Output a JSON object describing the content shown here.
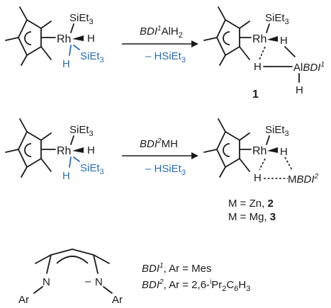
{
  "reaction1": {
    "reactant": {
      "metal": "Rh",
      "sil_top": "SiEt",
      "sil_sub": "3",
      "hydride": "H",
      "h_blue": "H",
      "sil_blue": "SiEt",
      "sil_blue_sub": "3"
    },
    "reagent": {
      "ligand": "BDI",
      "ligand_sup": "1",
      "rest": "AlH",
      "rest_sub": "2"
    },
    "byproduct": {
      "text": "– HSiEt",
      "sub": "3"
    },
    "product": {
      "metal": "Rh",
      "sil_top": "SiEt",
      "sil_sub": "3",
      "h1": "H",
      "h2": "H",
      "h3": "H",
      "al": "Al",
      "ligand": "BDI",
      "ligand_sup": "1",
      "label": "1"
    }
  },
  "reaction2": {
    "reactant": {
      "metal": "Rh",
      "sil_top": "SiEt",
      "sil_sub": "3",
      "hydride": "H",
      "h_blue": "H",
      "sil_blue": "SiEt",
      "sil_blue_sub": "3"
    },
    "reagent": {
      "ligand": "BDI",
      "ligand_sup": "2",
      "rest": "MH"
    },
    "byproduct": {
      "text": "– HSiEt",
      "sub": "3"
    },
    "product": {
      "metal": "Rh",
      "sil_top": "SiEt",
      "sil_sub": "3",
      "h1": "H",
      "h2": "H",
      "m": "M",
      "ligand": "BDI",
      "ligand_sup": "2"
    },
    "labels": [
      {
        "text": "M = Zn, ",
        "num": "2"
      },
      {
        "text": "M = Mg, ",
        "num": "3"
      }
    ]
  },
  "ligand": {
    "n1": "N",
    "n2": "N",
    "ar1": "Ar",
    "ar2": "Ar",
    "charge": "–",
    "defs": [
      {
        "name": "BDI",
        "sup": "1",
        "text": ", Ar = Mes"
      },
      {
        "name": "BDI",
        "sup": "2",
        "text": ", Ar = 2,6-",
        "sup2": "i",
        "text2": "Pr",
        "sub1": "2",
        "text3": "C",
        "sub2": "6",
        "text4": "H",
        "sub3": "3"
      }
    ]
  },
  "colors": {
    "accent": "#2a6db5",
    "ink": "#1a1a1a"
  }
}
